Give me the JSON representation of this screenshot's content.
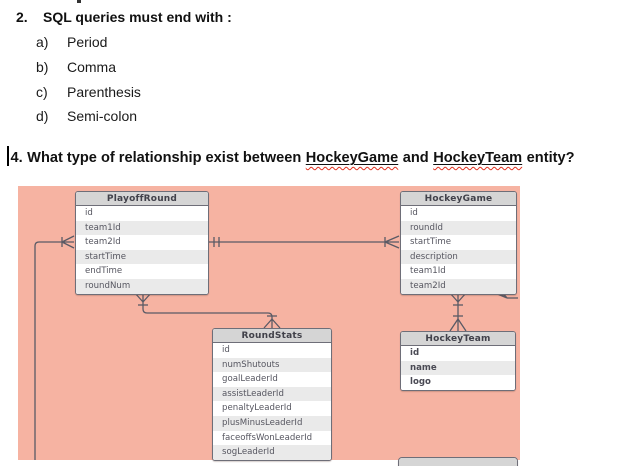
{
  "questions": {
    "q2": {
      "number": "2.",
      "text": "SQL queries must end with :",
      "options": [
        {
          "label": "a)",
          "text": "Period"
        },
        {
          "label": "b)",
          "text": "Comma"
        },
        {
          "label": "c)",
          "text": "Parenthesis"
        },
        {
          "label": "d)",
          "text": "Semi-colon"
        }
      ]
    },
    "q4": {
      "number": "4.",
      "prefix": "What type of relationship exist between",
      "entity1": "HockeyGame",
      "conjunction": "and",
      "entity2": "HockeyTeam",
      "suffix": "entity?",
      "misspelling_underline_color": "#e0301e"
    }
  },
  "diagram": {
    "background_color": "#f6b3a2",
    "entity_header_color": "#d5d5d5",
    "entity_border_color": "#6e6e78",
    "row_alt_color": "#eaeaea",
    "connector_color": "#5a5a65",
    "notation": "crow's foot",
    "entities": [
      {
        "name": "PlayoffRound",
        "fields": [
          "id",
          "team1Id",
          "team2Id",
          "startTime",
          "endTime",
          "roundNum"
        ]
      },
      {
        "name": "HockeyGame",
        "fields": [
          "id",
          "roundId",
          "startTime",
          "description",
          "team1Id",
          "team2Id"
        ]
      },
      {
        "name": "RoundStats",
        "fields": [
          "id",
          "numShutouts",
          "goalLeaderId",
          "assistLeaderId",
          "penaltyLeaderId",
          "plusMinusLeaderId",
          "faceoffsWonLeaderId",
          "sogLeaderId"
        ]
      },
      {
        "name": "HockeyTeam",
        "fields": [
          "id",
          "name",
          "logo"
        ]
      },
      {
        "name": "",
        "fields": []
      }
    ]
  }
}
